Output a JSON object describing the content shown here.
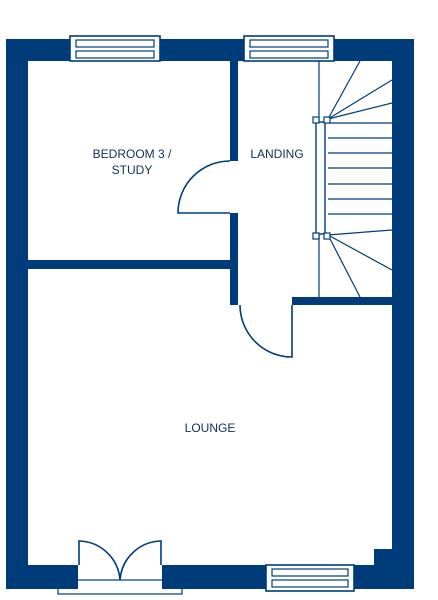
{
  "plan": {
    "wall_color": "#003b7a",
    "background_color": "#ffffff",
    "label_color": "#0f2f5c"
  },
  "rooms": {
    "bedroom3": {
      "line1": "BEDROOM 3 /",
      "line2": "STUDY"
    },
    "landing": {
      "label": "LANDING"
    },
    "lounge": {
      "label": "LOUNGE"
    }
  }
}
